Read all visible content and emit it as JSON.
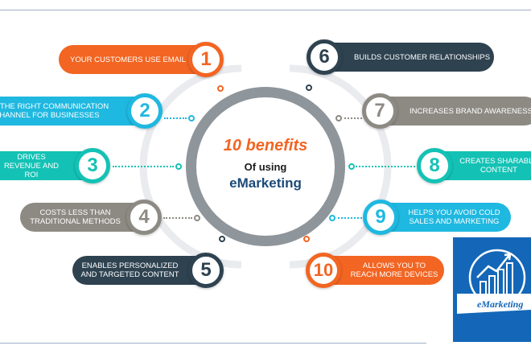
{
  "center": {
    "line1": "10 benefits",
    "line2": "Of using",
    "line3": "eMarketing"
  },
  "benefits": [
    {
      "num": "1",
      "text": "YOUR CUSTOMERS USE EMAIL",
      "color": "#f26522"
    },
    {
      "num": "2",
      "text": "IT'S THE RIGHT COMMUNICATION CHANNEL FOR BUSINESSES",
      "color": "#1fb8e0"
    },
    {
      "num": "3",
      "text": "DRIVES REVENUE AND ROI",
      "color": "#14c2b5"
    },
    {
      "num": "4",
      "text": "COSTS LESS THAN TRADITIONAL METHODS",
      "color": "#8c8a83"
    },
    {
      "num": "5",
      "text": "ENABLES PERSONALIZED AND TARGETED CONTENT",
      "color": "#2e4250"
    },
    {
      "num": "6",
      "text": "BUILDS CUSTOMER RELATIONSHIPS",
      "color": "#2e4250"
    },
    {
      "num": "7",
      "text": "INCREASES BRAND AWARENESS",
      "color": "#8c8a83"
    },
    {
      "num": "8",
      "text": "CREATES SHARABLE CONTENT",
      "color": "#14c2b5"
    },
    {
      "num": "9",
      "text": "HELPS YOU AVOID COLD SALES AND MARKETING",
      "color": "#1fb8e0"
    },
    {
      "num": "10",
      "text": "ALLOWS YOU TO REACH MORE DEVICES",
      "color": "#f26522"
    }
  ],
  "logo": {
    "text": "eMarketing"
  },
  "colors": {
    "accent_orange": "#f26522",
    "accent_navy": "#2e4250",
    "logo_blue": "#1467b8",
    "ring_gray": "#8e959b"
  }
}
